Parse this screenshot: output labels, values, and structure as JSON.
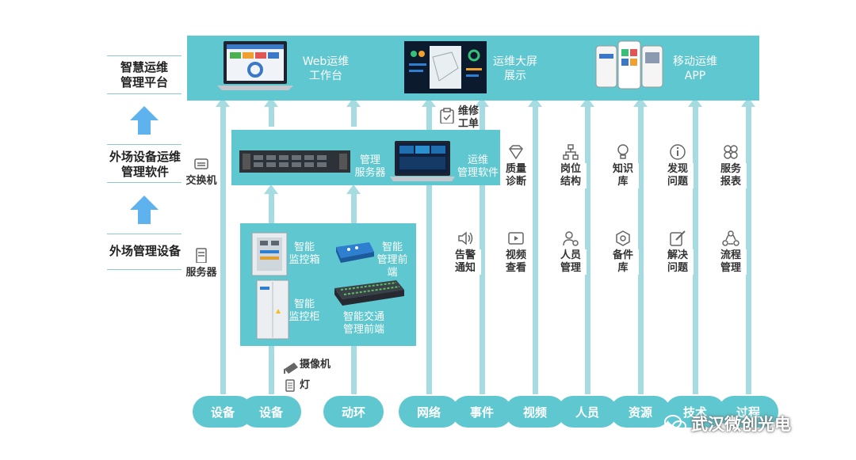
{
  "left_labels": {
    "platform": "智慧运维\n管理平台",
    "software": "外场设备运维\n管理软件",
    "devices": "外场管理设备",
    "switch": "交换机",
    "server": "服务器"
  },
  "top_panel": {
    "web": "Web运维\n工作台",
    "bigscreen": "运维大屏\n展示",
    "mobile": "移动运维\nAPP"
  },
  "middle_panel": {
    "server": "管理\n服务器",
    "software": "运维\n管理软件"
  },
  "bottom_panel": {
    "box": "智能\n监控箱",
    "frontend": "智能\n管理前端",
    "cabinet": "智能\n监控柜",
    "traffic": "智能交通\n管理前端"
  },
  "feed_labels": {
    "camera": "摄像机",
    "light": "灯",
    "workorder": "维修\n工单"
  },
  "features": [
    {
      "label": "质量\n诊断",
      "icon": "diamond-icon"
    },
    {
      "label": "岗位\n结构",
      "icon": "org-chart-icon"
    },
    {
      "label": "知识\n库",
      "icon": "lightbulb-icon"
    },
    {
      "label": "发现\n问题",
      "icon": "info-icon"
    },
    {
      "label": "服务\n报表",
      "icon": "grid-icon"
    },
    {
      "label": "告警\n通知",
      "icon": "speaker-icon"
    },
    {
      "label": "视频\n查看",
      "icon": "video-icon"
    },
    {
      "label": "人员\n管理",
      "icon": "person-gear-icon"
    },
    {
      "label": "备件\n库",
      "icon": "hexagon-icon"
    },
    {
      "label": "解决\n问题",
      "icon": "edit-icon"
    },
    {
      "label": "流程\n管理",
      "icon": "flow-icon"
    }
  ],
  "pills": [
    "设备",
    "设备",
    "动环",
    "网络",
    "事件",
    "视频",
    "人员",
    "资源",
    "技术",
    "过程"
  ],
  "watermark": "武汉微创光电",
  "colors": {
    "accent": "#5ec7cf",
    "arrow": "#a6dbe1"
  }
}
